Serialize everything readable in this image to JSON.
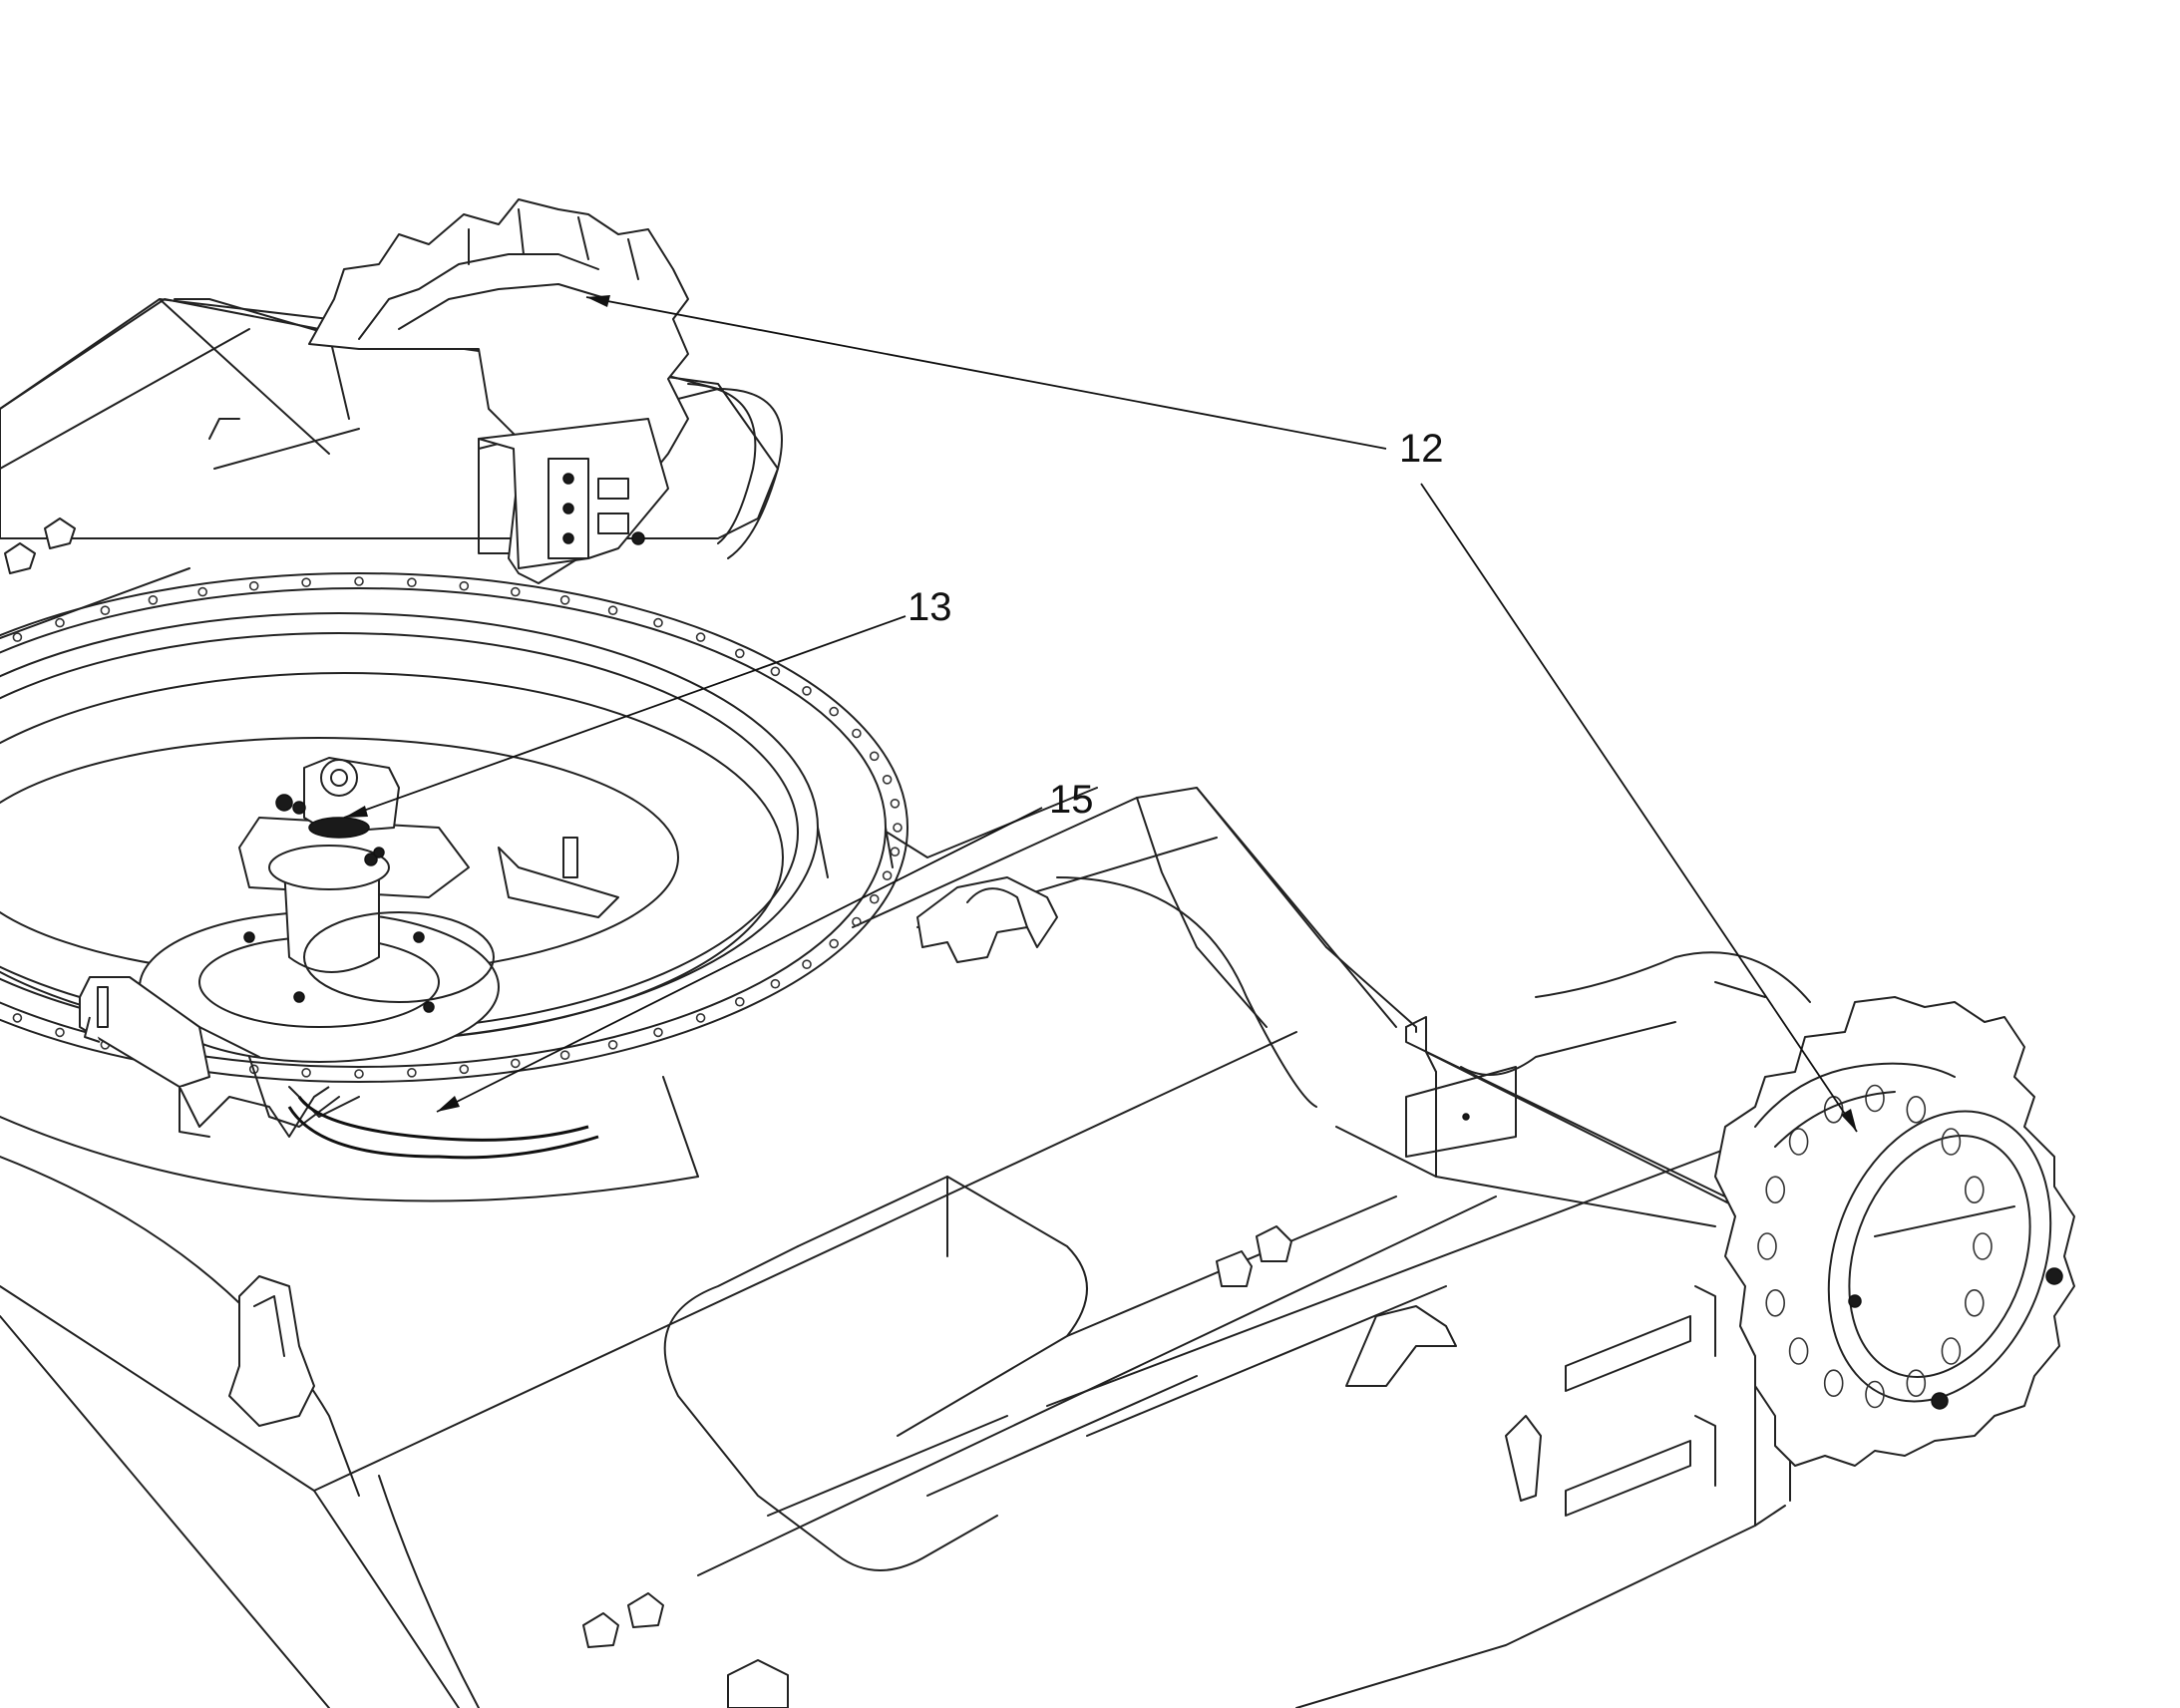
{
  "callouts": [
    {
      "id": "12",
      "label": "12"
    },
    {
      "id": "13",
      "label": "13"
    },
    {
      "id": "15",
      "label": "15"
    }
  ],
  "colors": {
    "line": "#222222",
    "background": "#ffffff"
  }
}
